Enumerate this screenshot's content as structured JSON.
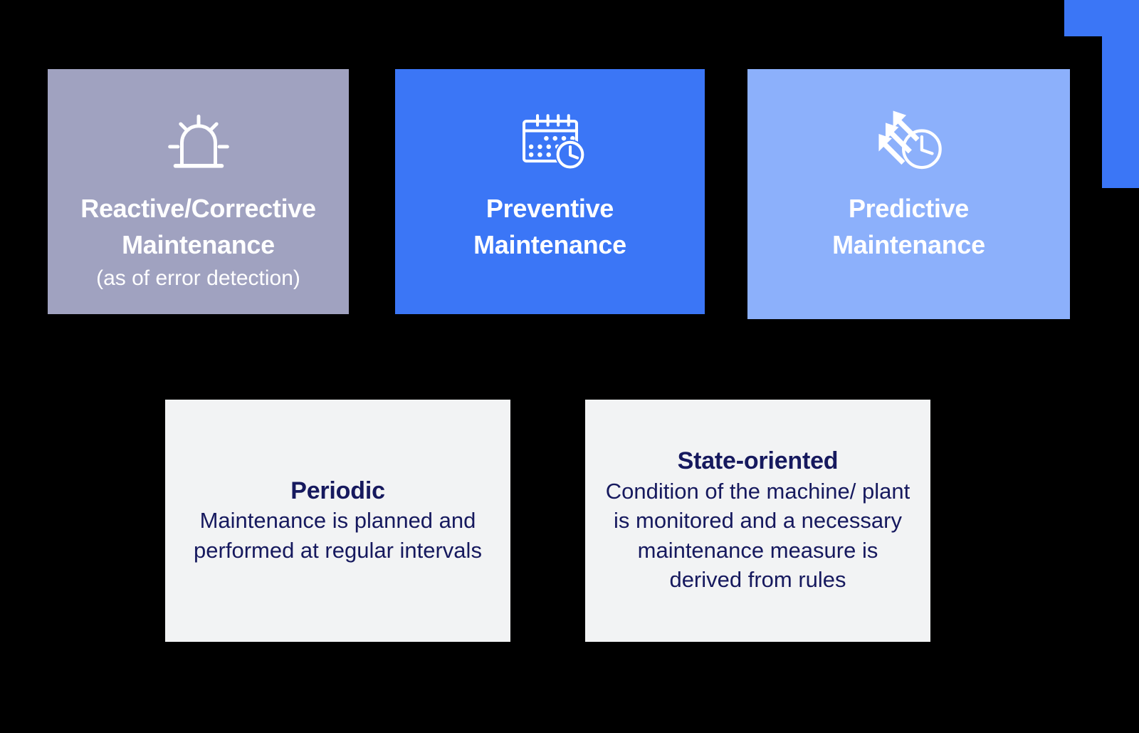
{
  "diagram": {
    "title_row": {
      "cards": [
        {
          "id": "reactive",
          "icon": "alarm-beacon-icon",
          "title": "Reactive/Corrective\nMaintenance",
          "subtitle": "(as of error detection)",
          "bg_color": "#a0a2c0",
          "text_color": "#ffffff"
        },
        {
          "id": "preventive",
          "icon": "calendar-clock-icon",
          "title": "Preventive\nMaintenance",
          "subtitle": "",
          "bg_color": "#3b76f6",
          "text_color": "#ffffff"
        },
        {
          "id": "predictive",
          "icon": "arrows-clock-icon",
          "title": "Predictive\nMaintenance",
          "subtitle": "",
          "bg_color": "#8cb0fb",
          "text_color": "#ffffff"
        }
      ]
    },
    "detail_row": {
      "cards": [
        {
          "id": "periodic",
          "title": "Periodic",
          "text": "Maintenance is planned and performed at regular intervals",
          "bg_color": "#f2f3f4",
          "text_color": "#16195e"
        },
        {
          "id": "state-oriented",
          "title": "State-oriented",
          "text": "Condition of the machine/ plant is monitored and a necessary maintenance measure is derived from rules",
          "bg_color": "#f2f3f4",
          "text_color": "#16195e"
        }
      ]
    },
    "decoration": {
      "name": "corner-accent-shape",
      "color": "#3b76f6"
    },
    "background_color": "#000000"
  }
}
